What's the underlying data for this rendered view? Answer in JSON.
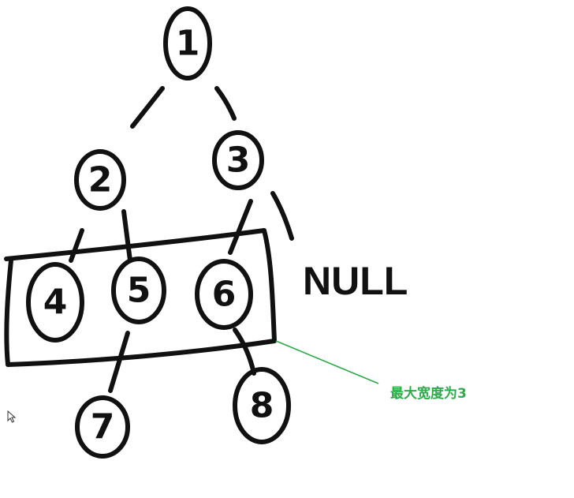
{
  "nodes": [
    "1",
    "2",
    "3",
    "4",
    "5",
    "6",
    "7",
    "8"
  ],
  "null_label": "NULL",
  "annotation": "最大宽度为3",
  "colors": {
    "ink": "#111111",
    "annotation": "#2eaa4a"
  },
  "icons": {
    "cursor": "mouse-pointer-icon"
  }
}
